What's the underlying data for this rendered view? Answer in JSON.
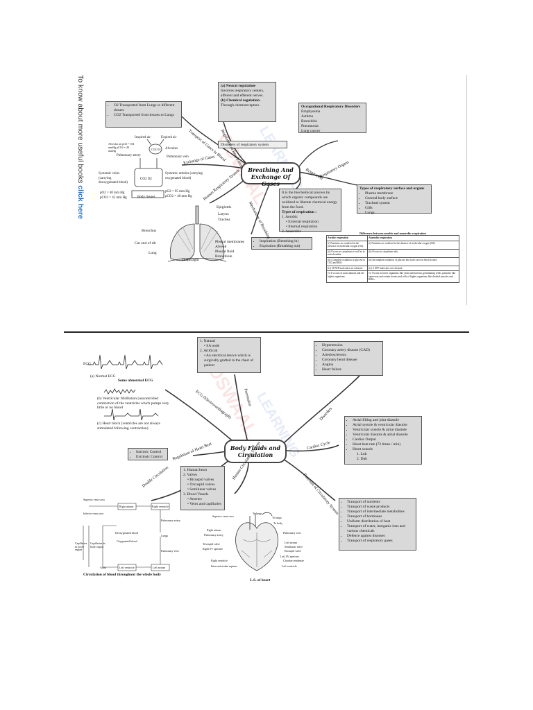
{
  "side_banner": {
    "text": "To know about more useful books ",
    "link": "click here"
  },
  "page1": {
    "center_title": "Breathing And Exchange Of Gases",
    "neural": {
      "title": "(a) Neural regulation-",
      "text": "Involves respiratory centers, afferent and efferent nerves.",
      "title2": "(b) Chemical regulation-",
      "text2": "Through chemoreceptors."
    },
    "transport": [
      "O2 Transported from Lungs to different tissues",
      "CO2 Transported from tissues to Lungs"
    ],
    "disorders_box": {
      "title": "Occupational Respiratory Disorders",
      "items": [
        "Emphysema",
        "Asthma",
        "Bronchitis",
        "Pneumonia",
        "Lung cancer"
      ]
    },
    "disorders_label": "Disorders of respiratory system",
    "respiration_box": {
      "text": "It is the biochemical process by which organic compounds are oxidized to liberate chemical energy from the food.",
      "subtitle": "Types of respiration :",
      "items": [
        "1. Aerobic",
        "• External respiration",
        "• Internal respiration",
        "2. Anaerobic"
      ]
    },
    "organs_box": {
      "title": "Types of respiratory surface and organs",
      "items": [
        "Plasma membrane",
        "General body surface",
        "Tracheal system",
        "Gills",
        "Lungs"
      ]
    },
    "mechanism_box": [
      "Inspiration (Breathing in)",
      "Expiration (Breathing out)"
    ],
    "branches": [
      "Regulation of Respiration",
      "Transport of Gases in Blood",
      "Exchange of Gases",
      "Human Respiratory System",
      "Respiratory Organs",
      "Respiration",
      "Mechanism of Breathing"
    ],
    "exchange": {
      "inspired": "Inspired air",
      "expired": "Expired air",
      "alveolus": "Alveolus",
      "pulmonary_artery": "Pulmonary artery",
      "pulmonary_vein": "Pulmonary vein",
      "systemic_veins": "Systemic veins (carrying deoxygenated blood)",
      "systemic_arteries": "Systemic arteries (carrying oxygenated blood)",
      "po2_left": "pO2 = 40 mm Hg",
      "pco2_left": "pCO2 = 45 mm Hg",
      "po2_right": "pO2 = 95 mm Hg",
      "pco2_right": "pCO2 = 40 mm Hg",
      "body_tissues": "Body tissues",
      "alv_vals": "Alveolar air pO2 = 104 mmHg pCO2 = 40 mmHg"
    },
    "lungs": {
      "epiglottis": "Epiglottis",
      "larynx": "Larynx",
      "trachea": "Trachea",
      "bronchus": "Bronchus",
      "cut_rib": "Cut end of rib",
      "lung": "Lung",
      "pleural_membranes": "Pleural membranes",
      "alveoli": "Alveoli",
      "pleural_fluid": "Pleural fluid",
      "bronchiole": "Bronchiole",
      "diaphragm": "Diaphragm"
    },
    "diff_table": {
      "title": "Difference between aerobic and anaerobic respiration",
      "headers": [
        "Aerobic respiration",
        "Anaerobic respiration"
      ],
      "rows": [
        [
          "(i) Nutrients are oxidised in the presence of molecular oxygen (O2).",
          "(i) Nutrients are oxidised in the absence of molecular oxygen (O2)."
        ],
        [
          "(ii) Occurs in cytoplasm as well as in mitochondria.",
          "(ii) Occurs in cytoplasm only."
        ],
        [
          "(iii) Complete oxidation of glucose to CO2 and H2O.",
          "(iii) Incomplete oxidation of glucose into lactic acid or ethyl alcohol."
        ],
        [
          "(iv) 38 ATP molecules are released.",
          "(iv) 2 ATP molecules are released."
        ],
        [
          "(v) It occurs in most animals and all higher organisms.",
          "(v) Occurs in lower organisms like yeast and bacteria, germinating seeds, parasites like tapeworm and certain tissues and cells of higher organisms like skeletal muscles and RBCs."
        ]
      ]
    }
  },
  "page2": {
    "center_title": "Body Fluids and Circulation",
    "pacemaker_box": [
      "1. Natural",
      "• SA node",
      "2. Artificial",
      "• An electrical device which is surgically grafted in the chest of patient"
    ],
    "disorders_box": [
      "Hypertension",
      "Coronary artery disease (CAD)",
      "Arteriosclerosis",
      "Coronary heart disease",
      "Angina",
      "Heart failure"
    ],
    "cardiac_box": [
      "Atrial filling and joint diastole",
      "Atrial systole & ventricular diastole",
      "Ventricular systole & atrial diastole",
      "Ventricular diastole & atrial diastole",
      "Cardiac Output",
      "Heart beat rate (72 times / min)",
      "Heart sounds",
      "1. Lub",
      "2. Dub"
    ],
    "regulation_box": [
      "Intrinsic Control",
      "Extrinsic Control"
    ],
    "human_box": [
      "1. Human heart",
      "2. Valves",
      "• Bicuspid valves",
      "• Tricuspid valves",
      "• Semilunar valves",
      "3. Blood Vessels",
      "• Arteries",
      "• Veins and capillaries"
    ],
    "function_box": [
      "Transport of nutrients",
      "Transport of waste products",
      "Transport of intermediate metabolites",
      "Transport of hormones",
      "Uniform distribution of heat",
      "Transport of water, inorganic ions and various chemicals",
      "Defence against diseases",
      "Transport of respiratory gases"
    ],
    "branches": [
      "Pacemaker",
      "ECG (Electrocardiograph)",
      "Disorders",
      "Cardiac Cycle",
      "Regulation of Heart Beat",
      "Double Circulation",
      "Human Circulatory System",
      "Function of Circulatory System"
    ],
    "ecg": {
      "a": "(a) Normal ECG",
      "abnormal": "Some abnormal ECG",
      "b": "(b) Ventricular fibrillation (uncontrolled contraction of the ventricles which pumps very little or no blood",
      "c": "(c) Heart block (ventricles are not always stimulated following contraction)",
      "ecg_label": "ECG"
    },
    "circulation": {
      "caption": "Circulation of blood throughout the whole body",
      "superior": "Superior vena cava",
      "inferior": "Inferior vena cava",
      "right_atrium": "Right atrium",
      "right_ventricle": "Right ventricle",
      "pulmonary_artery": "Pulmonary artery",
      "deoxy": "Deoxygenated blood",
      "oxy": "Oxygenated blood",
      "lungs": "Lungs",
      "pulmonary_vein": "Pulmonary vein",
      "left_atrium": "Left atrium",
      "left_ventricle": "Left ventricle",
      "aorta": "Aorta",
      "cap_lower": "Capillaries in lower region",
      "cap_body": "Capillaries in body region"
    },
    "heart": {
      "caption": "L.S. of heart",
      "labels_left": [
        "Superior vena cava",
        "Right atrium",
        "Pulmonary artery",
        "Tricuspid valve",
        "Right SV aperture",
        "Right ventricle",
        "Interventricular septum"
      ],
      "labels_right": [
        "To lungs",
        "To lungs",
        "To body",
        "Pulmonary vein",
        "Left atrium",
        "Semilunar valve",
        "Bicuspid valve",
        "Left AV aperture",
        "Chordae tendineae",
        "Left ventricle"
      ]
    }
  }
}
